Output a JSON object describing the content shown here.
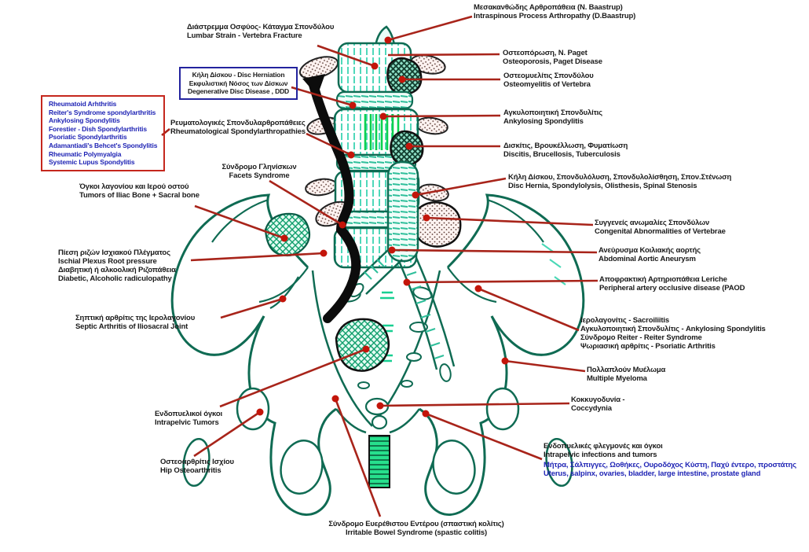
{
  "colors": {
    "leader_line": "#a8241a",
    "pointer_dot": "#c3150a",
    "label_text": "#1a1a1a",
    "blue_text": "#2025b5",
    "red_box_border": "#c5271d",
    "blue_box_border": "#23239e",
    "anatomy_outline": "#0f6b53",
    "anatomy_hatch": "#2fbf9b",
    "ankylosing_hatch": "#0bd14f",
    "nerve_black": "#0c0c0c"
  },
  "labels": {
    "baastrup": [
      "Μεσακανθώδης Αρθροπάθεια (Ν. Baastrup)",
      "Intraspinous Process Arthropathy (D.Baastrup)"
    ],
    "lumbar_strain": [
      "Διάστρεμμα Οσφύος- Κάταγμα Σπονδύλου",
      "Lumbar Strain - Vertebra Fracture"
    ],
    "osteoporosis": [
      "Οστεοπόρωση, Ν. Paget",
      "Osteoporosis, Paget Disease"
    ],
    "osteomyelitis": [
      "Οστεομυελίτις Σπονδύλου",
      "Osteomyelitis of Vertebra"
    ],
    "disc_box": [
      "Κήλη Δίσκου - Disc Herniation",
      "Εκφυλιστική Νόσος των Δίσκων",
      "Degenerative Disc Disease , DDD"
    ],
    "rheum_box": [
      "Rheumatoid Arhthritis",
      "Reiter's Syndrome spondylarthritis",
      "Ankylosing Spondylitis",
      "Forestier - Dish Spondylarthritis",
      "Psoriatic Spondylarthritis",
      "Adamantiadi's Behcet's Spondylitis",
      "Rheumatic Polymyalgia",
      "Systemic Lupus Spondylitis"
    ],
    "rheumatological": [
      "Ρευματολογικές Σπονδυλαρθροπάθειες",
      "Rheumatological Spondylarthropathies"
    ],
    "facets": [
      "Σύνδρομο Γληνίσκων",
      "Facets Syndrome"
    ],
    "ankylosing": [
      "Αγκυλοποιητική Σπονδυλίτις",
      "Ankylosing Spondylitis"
    ],
    "discitis": [
      "Δισκίτις, Βρουκέλλωση, Φυματίωση",
      "Discitis, Brucellosis, Tuberculosis"
    ],
    "disc_hernia": [
      "Κήλη Δίσκου, Σπονδυλόλυση, Σπονδυλολίσθηση, Σπον.Στένωση",
      "Disc Hernia, Spondylolysis, Olisthesis, Spinal Stenosis"
    ],
    "iliac_tumors": [
      "Όγκοι λαγονίου και Ιερού οστού",
      "Tumors of Iliac Bone + Sacral bone"
    ],
    "congenital": [
      "Συγγενείς ανωμαλίες Σπονδύλων",
      "Congenital Abnormalities of Vertebrae"
    ],
    "ischial": [
      "Πίεση ριζών Ισχιακού Πλέγματος",
      "Ischial Plexus Root pressure",
      "Διαβητική ή αλκοολική Ριζοπάθεια",
      "Diabetic, Alcoholic radiculopathy"
    ],
    "aortic": [
      "Ανεύρυσμα Κοιλιακής αορτής",
      "Abdominal Aortic Aneurysm"
    ],
    "paod": [
      "Αποφρακτική Αρτηριοπάθεια Leriche",
      "Peripheral artery occlusive disease (PAOD"
    ],
    "septic": [
      "Σηπτική αρθρίτις της Ιερολαγονίου",
      "Septic Arthritis of Iliosacral Joint"
    ],
    "sacroiliitis": [
      "Ιερολαγονίτις - Sacroiliitis",
      "Αγκυλοποιητική Σπονδυλίτις - Ankylosing Spondylitis",
      "Σύνδρομο Reiter - Reiter Syndrome",
      "Ψωριασική αρθρίτις  - Psoriatic Arthritis"
    ],
    "myeloma": [
      "Πολλαπλούν Μυέλωμα",
      "Multiple Myeloma"
    ],
    "intrapelvic_tumors": [
      "Ενδοπυελικοί όγκοι",
      "Intrapelvic Tumors"
    ],
    "coccydynia": [
      "Κοκκυγοδυνία -",
      "Coccydynia"
    ],
    "intrapelvic_infections": [
      "Ενδοπυελικές φλεγμονές και όγκοι",
      "Intrapelvic infections and tumors"
    ],
    "intrapelvic_infections_blue": [
      "Μήτρα, Σάλπιγγες, Ωοθήκες, Ουροδόχος Κύστη, Παχύ έντερο, προστάτης",
      "Uterus, salpinx, ovaries, bladder, large intestine, prostate gland"
    ],
    "hip_oa": [
      "Οστεοαρθρίτις Ισχίου",
      "Hip Osteoarthritis"
    ],
    "ibs": [
      "Σύνδρομο Ευερέθιστου Εντέρου (σπαστική κολίτις)",
      "Irritable Bowel Syndrome (spastic colitis)"
    ]
  }
}
